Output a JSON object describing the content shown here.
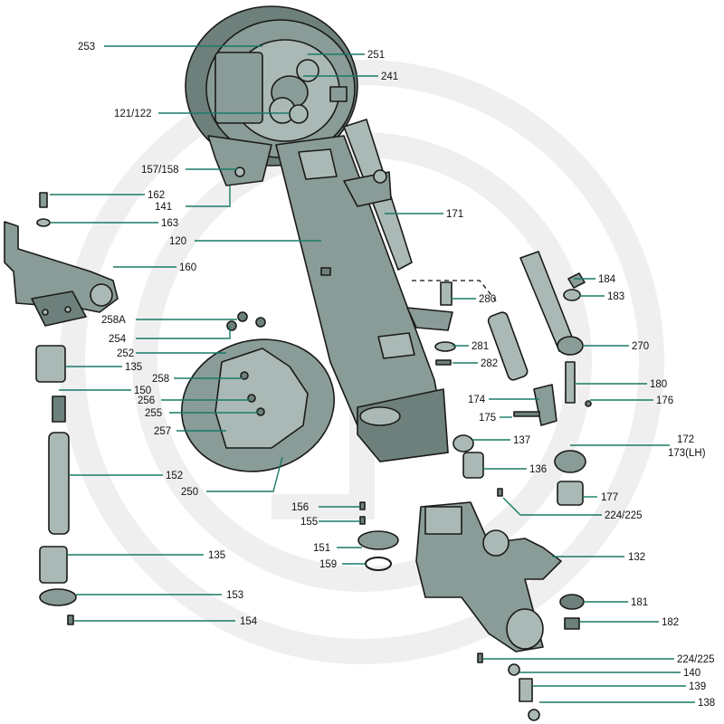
{
  "colors": {
    "part_fill": "#8a9c98",
    "leader": "#1a7a66",
    "outline": "#1a1a1a",
    "watermark": "#eeeeee"
  },
  "labels": [
    {
      "id": "l253",
      "text": "253"
    },
    {
      "id": "l251",
      "text": "251"
    },
    {
      "id": "l241",
      "text": "241"
    },
    {
      "id": "l121",
      "text": "121/122"
    },
    {
      "id": "l157",
      "text": "157/158"
    },
    {
      "id": "l141",
      "text": "141"
    },
    {
      "id": "l162",
      "text": "162"
    },
    {
      "id": "l171",
      "text": "171"
    },
    {
      "id": "l163",
      "text": "163"
    },
    {
      "id": "l120",
      "text": "120"
    },
    {
      "id": "l160",
      "text": "160"
    },
    {
      "id": "l184",
      "text": "184"
    },
    {
      "id": "l183",
      "text": "183"
    },
    {
      "id": "l280",
      "text": "280"
    },
    {
      "id": "l258A",
      "text": "258A"
    },
    {
      "id": "l254",
      "text": "254"
    },
    {
      "id": "l270",
      "text": "270"
    },
    {
      "id": "l281",
      "text": "281"
    },
    {
      "id": "l252",
      "text": "252"
    },
    {
      "id": "l282",
      "text": "282"
    },
    {
      "id": "l135a",
      "text": "135"
    },
    {
      "id": "l258",
      "text": "258"
    },
    {
      "id": "l180",
      "text": "180"
    },
    {
      "id": "l150",
      "text": "150"
    },
    {
      "id": "l176",
      "text": "176"
    },
    {
      "id": "l256",
      "text": "256"
    },
    {
      "id": "l174",
      "text": "174"
    },
    {
      "id": "l255",
      "text": "255"
    },
    {
      "id": "l175",
      "text": "175"
    },
    {
      "id": "l257",
      "text": "257"
    },
    {
      "id": "l137",
      "text": "137"
    },
    {
      "id": "l172",
      "text": "172"
    },
    {
      "id": "l173",
      "text": "173(LH)"
    },
    {
      "id": "l136",
      "text": "136"
    },
    {
      "id": "l152",
      "text": "152"
    },
    {
      "id": "l250",
      "text": "250"
    },
    {
      "id": "l177",
      "text": "177"
    },
    {
      "id": "l156",
      "text": "156"
    },
    {
      "id": "l224a",
      "text": "224/225"
    },
    {
      "id": "l155",
      "text": "155"
    },
    {
      "id": "l135b",
      "text": "135"
    },
    {
      "id": "l151",
      "text": "151"
    },
    {
      "id": "l132",
      "text": "132"
    },
    {
      "id": "l159",
      "text": "159"
    },
    {
      "id": "l153",
      "text": "153"
    },
    {
      "id": "l181",
      "text": "181"
    },
    {
      "id": "l154",
      "text": "154"
    },
    {
      "id": "l182",
      "text": "182"
    },
    {
      "id": "l224b",
      "text": "224/225"
    },
    {
      "id": "l140",
      "text": "140"
    },
    {
      "id": "l139",
      "text": "139"
    },
    {
      "id": "l138",
      "text": "138"
    }
  ]
}
